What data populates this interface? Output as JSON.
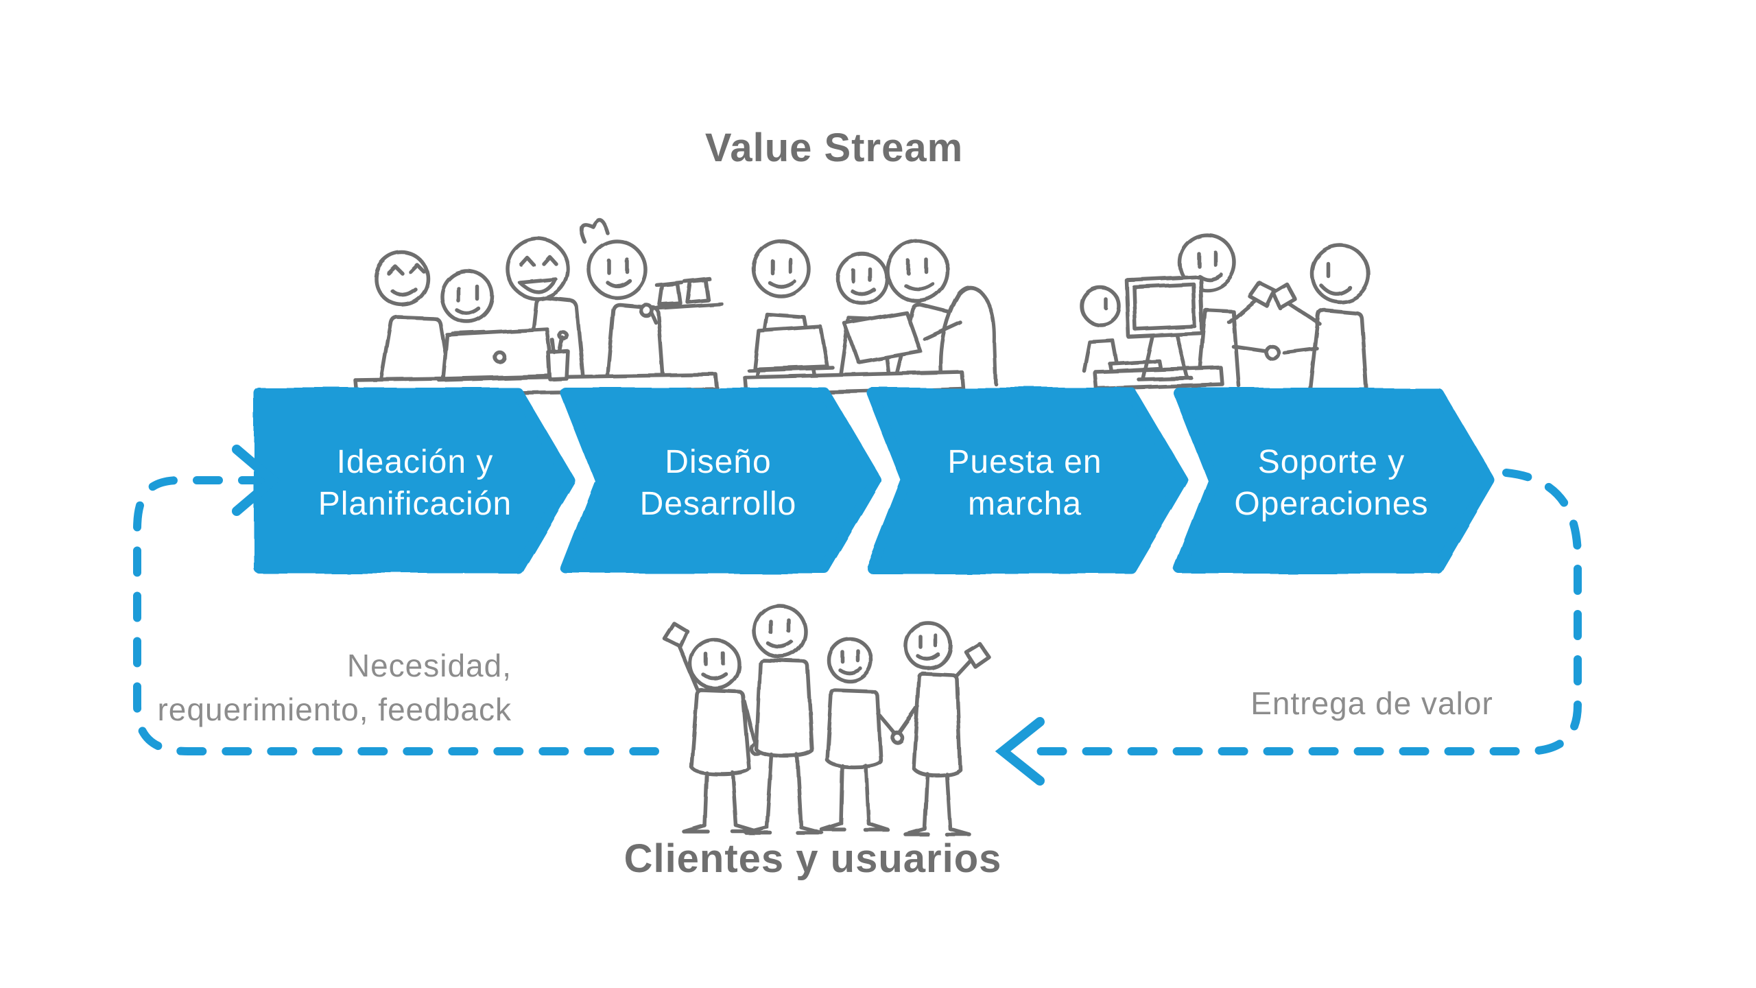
{
  "diagram": {
    "title": "Value Stream",
    "stages": [
      {
        "line1": "Ideación y",
        "line2": "Planificación"
      },
      {
        "line1": "Diseño",
        "line2": "Desarrollo"
      },
      {
        "line1": "Puesta en",
        "line2": "marcha"
      },
      {
        "line1": "Soporte y",
        "line2": "Operaciones"
      }
    ],
    "feedback_loop": {
      "left_label_line1": "Necesidad,",
      "left_label_line2": "requerimiento, feedback",
      "right_label": "Entrega de valor"
    },
    "customers_label": "Clientes y usuarios",
    "icons": [
      "team-doodle",
      "desk-doodle",
      "laptop-doodle",
      "coffee-tray-doodle",
      "monitor-doodle",
      "high-five-doodle",
      "customers-group-doodle",
      "right-arrowhead-icon",
      "left-arrowhead-icon"
    ],
    "colors": {
      "accent_blue": "#1C9BD8",
      "heading_gray": "#6F6F6F",
      "label_gray": "#8C8C8C",
      "doodle_stroke": "#6E6E6E",
      "background": "#FFFFFF",
      "stage_text": "#FFFFFF"
    }
  }
}
